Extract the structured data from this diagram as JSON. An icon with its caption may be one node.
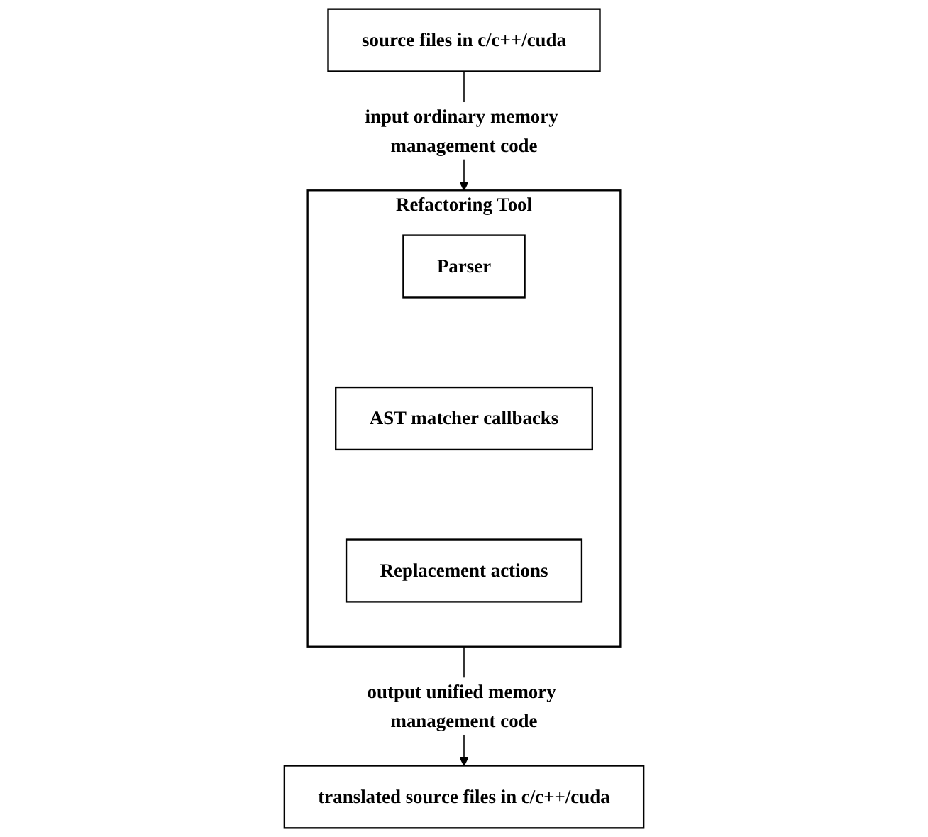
{
  "diagram": {
    "nodes": [
      {
        "text": [
          "source files in c/c++/cuda"
        ]
      },
      {
        "text": [
          "Refactoring Tool"
        ]
      },
      {
        "text": [
          "Parser"
        ],
        "in": 1
      },
      {
        "text": [
          "AST matcher callbacks"
        ],
        "in": 1
      },
      {
        "text": [
          "Replacement actions"
        ],
        "in": 1
      },
      {
        "text": [
          "translated source files in c/c++/cuda"
        ]
      }
    ],
    "edges": [
      {
        "from": 0,
        "to": 1,
        "arrow": "to",
        "label": "input ordinary memory management code"
      },
      {
        "from": 1,
        "to": 5,
        "arrow": "to",
        "label": "output unified memory management code"
      }
    ]
  }
}
